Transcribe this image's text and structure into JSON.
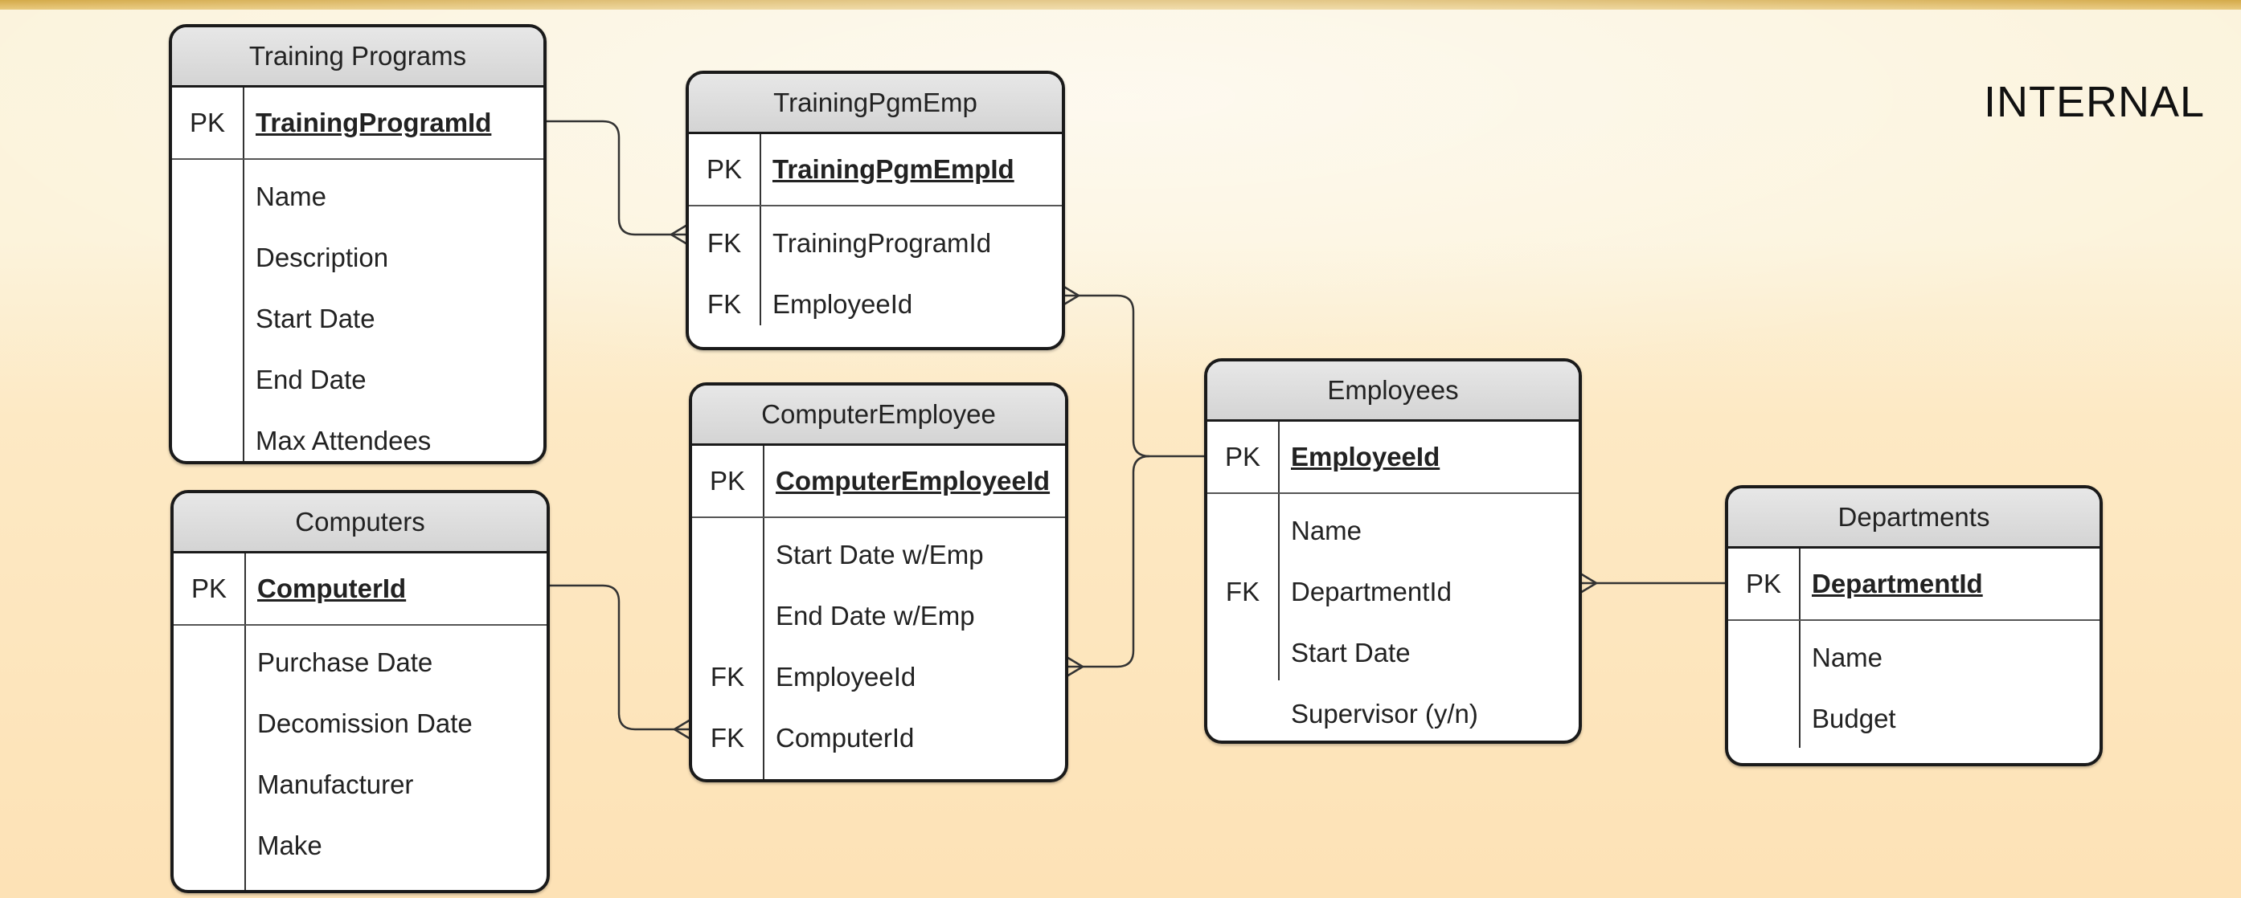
{
  "diagram": {
    "watermark": "INTERNAL",
    "entities": {
      "training_programs": {
        "title": "Training Programs",
        "pk": {
          "key": "PK",
          "name": "TrainingProgramId"
        },
        "fields": [
          {
            "key": "",
            "name": "Name"
          },
          {
            "key": "",
            "name": "Description"
          },
          {
            "key": "",
            "name": "Start Date"
          },
          {
            "key": "",
            "name": "End Date"
          },
          {
            "key": "",
            "name": "Max Attendees"
          }
        ]
      },
      "training_pgm_emp": {
        "title": "TrainingPgmEmp",
        "pk": {
          "key": "PK",
          "name": "TrainingPgmEmpId"
        },
        "fields": [
          {
            "key": "FK",
            "name": "TrainingProgramId"
          },
          {
            "key": "FK",
            "name": "EmployeeId"
          }
        ]
      },
      "computer_employee": {
        "title": "ComputerEmployee",
        "pk": {
          "key": "PK",
          "name": "ComputerEmployeeId"
        },
        "fields": [
          {
            "key": "",
            "name": "Start Date w/Emp"
          },
          {
            "key": "",
            "name": "End Date w/Emp"
          },
          {
            "key": "FK",
            "name": "EmployeeId"
          },
          {
            "key": "FK",
            "name": "ComputerId"
          }
        ]
      },
      "computers": {
        "title": "Computers",
        "pk": {
          "key": "PK",
          "name": "ComputerId"
        },
        "fields": [
          {
            "key": "",
            "name": "Purchase Date"
          },
          {
            "key": "",
            "name": "Decomission Date"
          },
          {
            "key": "",
            "name": "Manufacturer"
          },
          {
            "key": "",
            "name": "Make"
          }
        ]
      },
      "employees": {
        "title": "Employees",
        "pk": {
          "key": "PK",
          "name": "EmployeeId"
        },
        "fields": [
          {
            "key": "",
            "name": "Name"
          },
          {
            "key": "FK",
            "name": "DepartmentId"
          },
          {
            "key": "",
            "name": "Start Date"
          },
          {
            "key": "",
            "name": "Supervisor (y/n)"
          }
        ]
      },
      "departments": {
        "title": "Departments",
        "pk": {
          "key": "PK",
          "name": "DepartmentId"
        },
        "fields": [
          {
            "key": "",
            "name": "Name"
          },
          {
            "key": "",
            "name": "Budget"
          }
        ]
      }
    }
  }
}
